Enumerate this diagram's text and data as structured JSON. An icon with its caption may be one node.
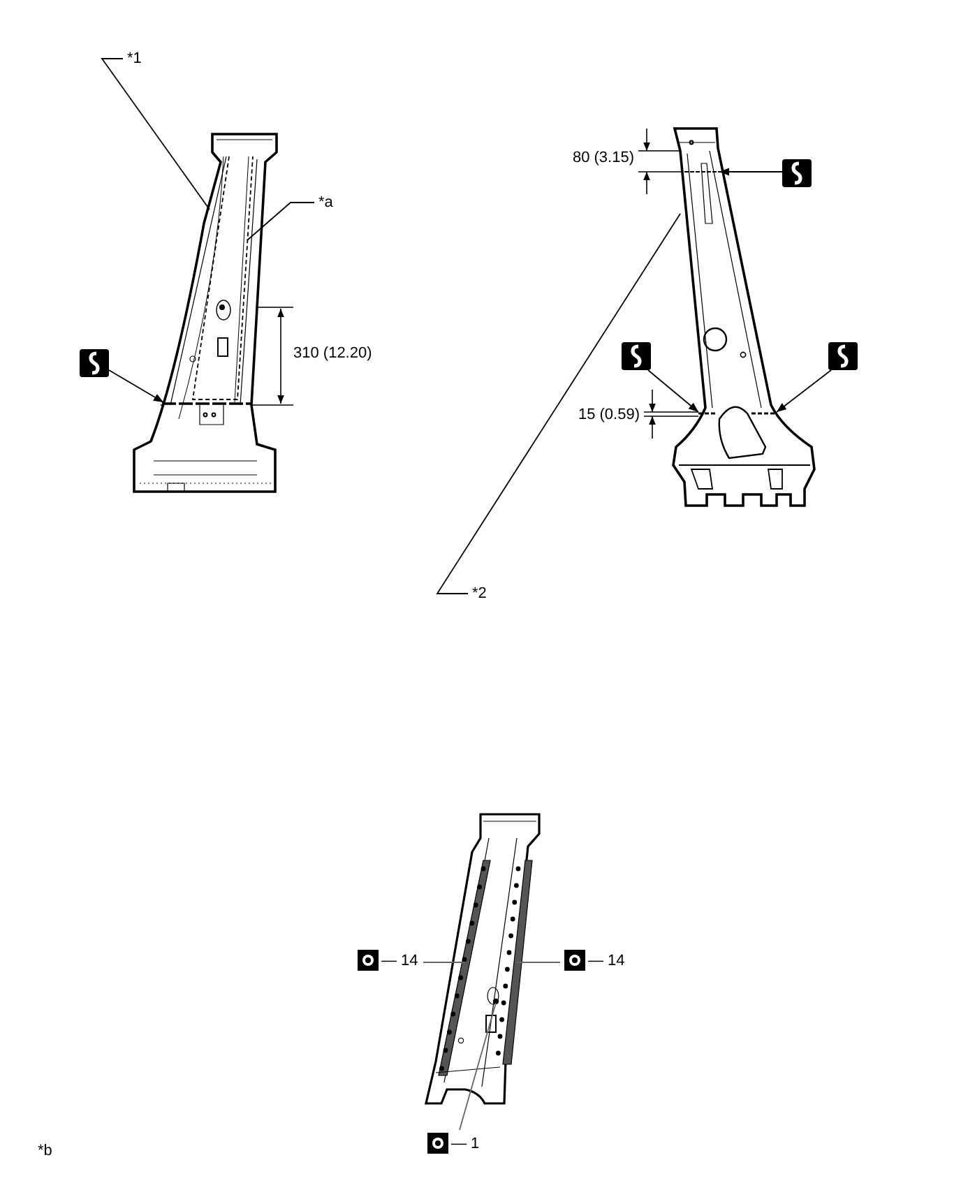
{
  "diagram": {
    "nodes": [
      {
        "text": [
          "*1"
        ]
      },
      {
        "text": [],
        "shape": "picture"
      },
      {
        "text": [
          "*a"
        ]
      },
      {
        "text": [],
        "shape": "picture"
      },
      {
        "text": [],
        "shape": "picture"
      },
      {
        "text": [
          "*2"
        ]
      },
      {
        "text": [],
        "shape": "picture"
      },
      {
        "text": [],
        "shape": "picture"
      },
      {
        "text": [],
        "shape": "picture"
      },
      {
        "text": [],
        "shape": "picture"
      },
      {
        "text": [
          "— 14"
        ]
      },
      {
        "text": [
          "— 14"
        ]
      },
      {
        "text": [
          "— 1"
        ]
      }
    ],
    "edges": [
      {
        "from": 0,
        "to": 1,
        "arrow": "none"
      },
      {
        "from": 2,
        "to": 1,
        "arrow": "none"
      },
      {
        "from": 3,
        "to": 1,
        "arrow": "to"
      },
      {
        "from": 5,
        "to": 4,
        "arrow": "none"
      },
      {
        "from": 6,
        "to": 4,
        "arrow": "to"
      },
      {
        "from": 7,
        "to": 4,
        "arrow": "to"
      },
      {
        "from": 8,
        "to": 4,
        "arrow": "to"
      },
      {
        "from": 10,
        "to": 9,
        "arrow": "none",
        "color": "#666666"
      },
      {
        "from": 11,
        "to": 9,
        "arrow": "none",
        "color": "#666666"
      },
      {
        "from": 12,
        "to": 9,
        "arrow": "none",
        "color": "#666666"
      }
    ],
    "labels": [
      "310 (12.20)",
      "80 (3.15)",
      "15 (0.59)",
      "*b"
    ]
  }
}
